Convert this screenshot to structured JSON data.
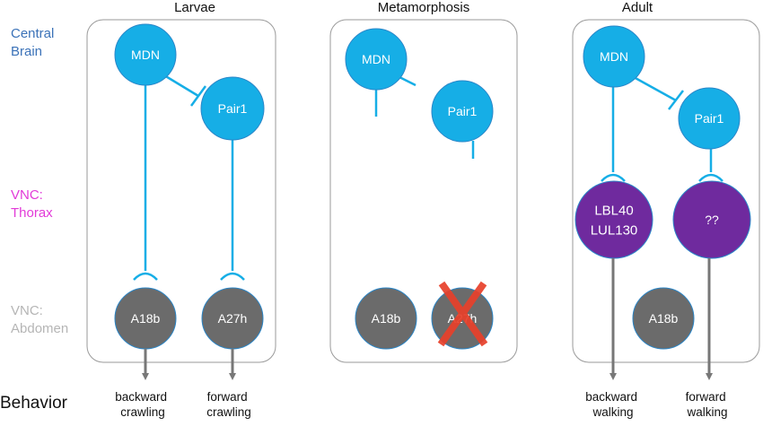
{
  "colors": {
    "neuron_blue": "#16aee6",
    "neuron_stroke": "#2a86c8",
    "vnc_purple": "#6f2a9e",
    "abdomen_gray": "#6b6b6b",
    "panel_border": "#9a9a9a",
    "central_brain_label": "#3b72b8",
    "thorax_label": "#e23ad8",
    "abdomen_label": "#b5b5b5",
    "arrow_gray": "#777777",
    "cross_red": "#e8402a"
  },
  "row_labels": {
    "central_brain": [
      "Central",
      "Brain"
    ],
    "thorax": [
      "VNC:",
      "Thorax"
    ],
    "abdomen": [
      "VNC:",
      "Abdomen"
    ],
    "behavior": "Behavior"
  },
  "panels": {
    "larvae": {
      "title": "Larvae",
      "nodes": {
        "mdn": "MDN",
        "pair1": "Pair1",
        "a18b": "A18b",
        "a27h": "A27h"
      },
      "behaviors": [
        [
          "backward",
          "crawling"
        ],
        [
          "forward",
          "crawling"
        ]
      ]
    },
    "metamorphosis": {
      "title": "Metamorphosis",
      "nodes": {
        "mdn": "MDN",
        "pair1": "Pair1",
        "a18b": "A18b",
        "a27h": "A27h"
      }
    },
    "adult": {
      "title": "Adult",
      "nodes": {
        "mdn": "MDN",
        "pair1": "Pair1",
        "lbl40": [
          "LBL40",
          "LUL130"
        ],
        "unknown": "??",
        "a18b": "A18b"
      },
      "behaviors": [
        [
          "backward",
          "walking"
        ],
        [
          "forward",
          "walking"
        ]
      ]
    }
  }
}
